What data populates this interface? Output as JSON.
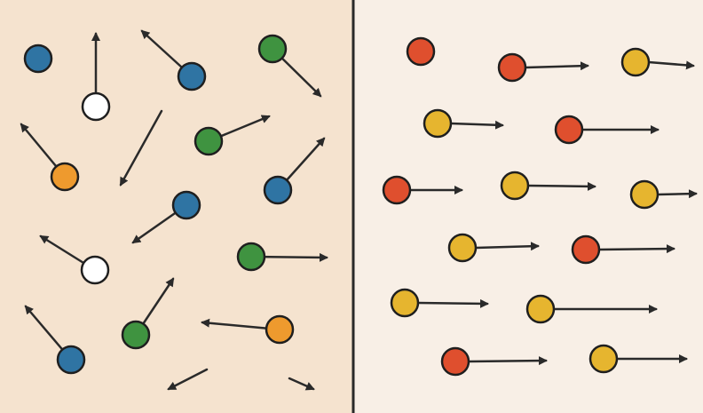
{
  "colors": {
    "left_background": "#f5e3cf",
    "right_background": "#f8efe6",
    "divider": "#2a2a2a",
    "arrow": "#2a2a2a",
    "outline": "#1f1f1f",
    "blue": "#2f74a3",
    "green": "#3f9340",
    "white": "#ffffff",
    "orange": "#ee9a2e",
    "red": "#df4f2e",
    "yellow": "#e6b52f"
  },
  "left_panel": {
    "description_role": "random-motion",
    "particles": [
      {
        "color": "blue"
      },
      {
        "color": "white"
      },
      {
        "color": "blue"
      },
      {
        "color": "green"
      },
      {
        "color": "orange"
      },
      {
        "color": "green"
      },
      {
        "color": "blue"
      },
      {
        "color": "blue"
      },
      {
        "color": "white"
      },
      {
        "color": "green"
      },
      {
        "color": "green"
      },
      {
        "color": "orange"
      },
      {
        "color": "blue"
      }
    ],
    "arrow_count_without_particle": 3
  },
  "right_panel": {
    "description_role": "aligned-motion",
    "particles": [
      {
        "color": "red"
      },
      {
        "color": "red"
      },
      {
        "color": "yellow"
      },
      {
        "color": "yellow"
      },
      {
        "color": "red"
      },
      {
        "color": "red"
      },
      {
        "color": "yellow"
      },
      {
        "color": "yellow"
      },
      {
        "color": "yellow"
      },
      {
        "color": "red"
      },
      {
        "color": "yellow"
      },
      {
        "color": "yellow"
      },
      {
        "color": "red"
      },
      {
        "color": "yellow"
      }
    ]
  }
}
